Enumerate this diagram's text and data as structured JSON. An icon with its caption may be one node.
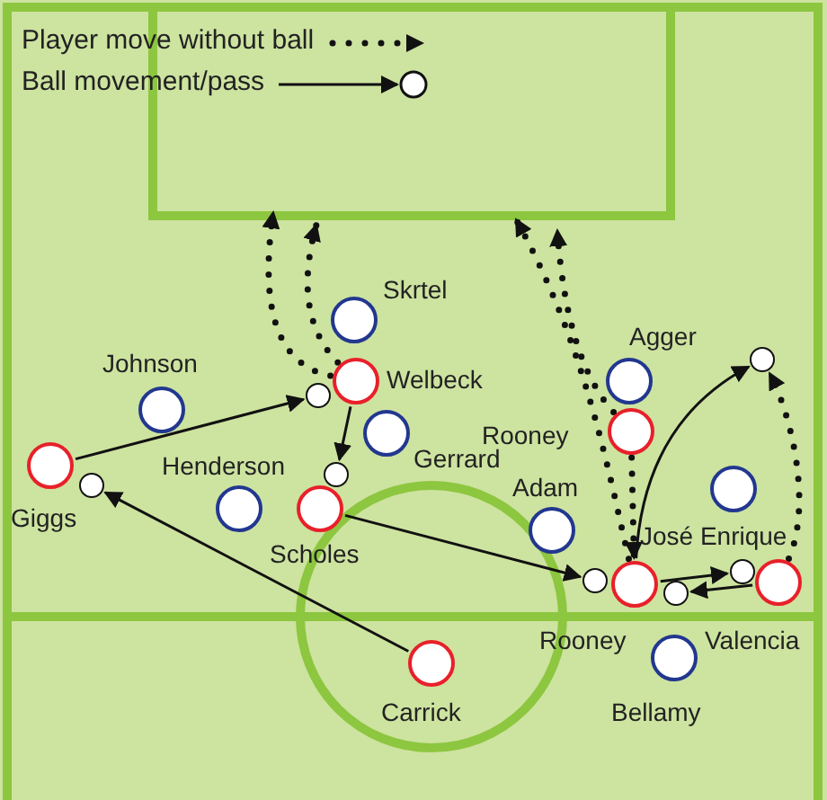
{
  "diagram": {
    "nodes": [
      {
        "text": [
          "Skrtel"
        ]
      },
      {
        "text": [
          "Johnson"
        ]
      },
      {
        "text": [
          "Welbeck"
        ]
      },
      {
        "text": [
          "Giggs"
        ]
      },
      {
        "text": [
          "Gerrard"
        ]
      },
      {
        "text": [
          "Henderson"
        ]
      },
      {
        "text": [
          "Scholes"
        ]
      },
      {
        "text": [
          "Carrick"
        ]
      },
      {
        "text": [
          "Agger"
        ]
      },
      {
        "text": [
          "Rooney"
        ]
      },
      {
        "text": [
          "Adam"
        ]
      },
      {
        "text": [
          "José Enrique"
        ]
      },
      {
        "text": [
          "Rooney"
        ]
      },
      {
        "text": [
          "Valencia"
        ]
      },
      {
        "text": [
          "Bellamy"
        ]
      },
      {
        "text": [],
        "shape": "circle"
      },
      {
        "text": [],
        "shape": "circle"
      },
      {
        "text": [],
        "shape": "circle"
      },
      {
        "text": [],
        "shape": "circle"
      },
      {
        "text": [],
        "shape": "circle"
      },
      {
        "text": [],
        "shape": "circle"
      },
      {
        "text": [],
        "shape": "circle"
      }
    ],
    "edges": [
      {
        "from": 3,
        "to": 16,
        "arrow": "to"
      },
      {
        "from": 2,
        "to": 17,
        "arrow": "to"
      },
      {
        "from": 7,
        "to": 18,
        "arrow": "to"
      },
      {
        "from": 6,
        "to": 20,
        "arrow": "to"
      },
      {
        "from": 12,
        "to": 15,
        "arrow": "to"
      },
      {
        "from": 12,
        "to": 19,
        "arrow": "to"
      },
      {
        "from": 13,
        "to": 21,
        "arrow": "to"
      },
      {
        "from": 2,
        "to": null,
        "arrow": "to",
        "style": "dashed"
      },
      {
        "from": 2,
        "to": null,
        "arrow": "to",
        "style": "dashed"
      },
      {
        "from": 9,
        "to": null,
        "arrow": "to",
        "style": "dashed"
      },
      {
        "from": 12,
        "to": null,
        "arrow": "to",
        "style": "dashed"
      },
      {
        "from": 9,
        "to": 12,
        "arrow": "to",
        "style": "dashed"
      },
      {
        "from": 13,
        "to": 15,
        "arrow": "to",
        "style": "dashed"
      }
    ],
    "legend": [
      {
        "text": "Player move without ball"
      },
      {
        "text": "Ball movement/pass"
      }
    ]
  }
}
